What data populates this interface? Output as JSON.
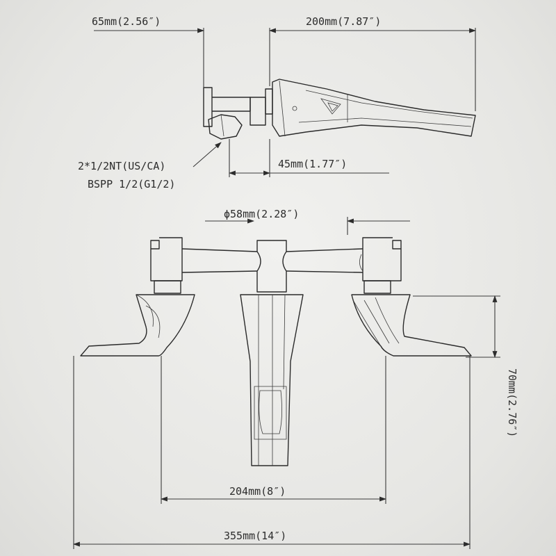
{
  "diagram": {
    "dimensions": {
      "top_left_width": "65mm(2.56″)",
      "spout_length": "200mm(7.87″)",
      "thread_line1": "2*1/2NT(US/CA)",
      "thread_line2": "BSPP 1/2(G1/2)",
      "spout_offset": "45mm(1.77″)",
      "diameter": "ϕ58mm(2.28″)",
      "height": "70mm(2.76″)",
      "center_spacing": "204mm(8″)",
      "overall_width": "355mm(14″)"
    },
    "colors": {
      "background": "#e9e9e7",
      "ink": "#2c2c2c"
    }
  }
}
